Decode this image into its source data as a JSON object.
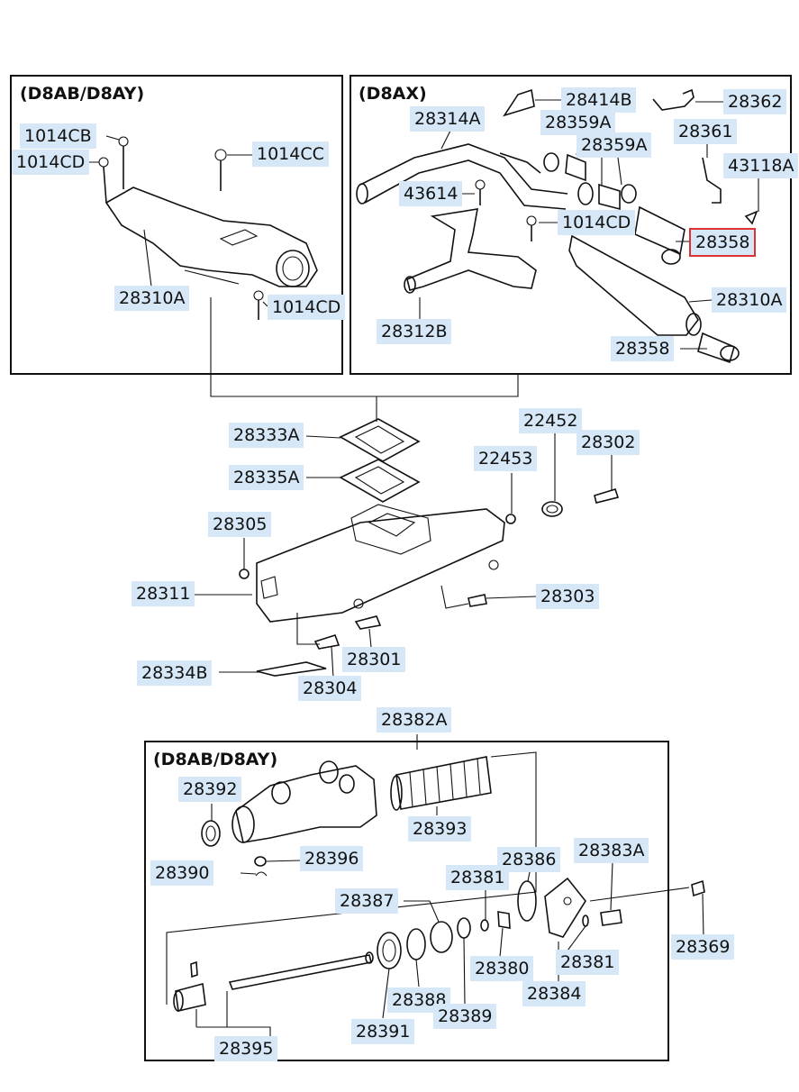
{
  "panels": {
    "top_left_title": "(D8AB/D8AY)",
    "top_right_title": "(D8AX)",
    "bottom_title": "(D8AB/D8AY)"
  },
  "callouts": {
    "p1014CB": "1014CB",
    "p1014CD_a": "1014CD",
    "p1014CC": "1014CC",
    "p28310A_a": "28310A",
    "p1014CD_b": "1014CD",
    "p28314A": "28314A",
    "p28414B": "28414B",
    "p28359A_a": "28359A",
    "p28359A_b": "28359A",
    "p28362": "28362",
    "p28361": "28361",
    "p43118A": "43118A",
    "p43614": "43614",
    "p1014CD_c": "1014CD",
    "p28358_a": "28358",
    "p28310A_b": "28310A",
    "p28312B": "28312B",
    "p28358_b": "28358",
    "p28333A": "28333A",
    "p28335A": "28335A",
    "p22452": "22452",
    "p28302": "28302",
    "p22453": "22453",
    "p28305": "28305",
    "p28311": "28311",
    "p28303": "28303",
    "p28301": "28301",
    "p28334B": "28334B",
    "p28304": "28304",
    "p28382A": "28382A",
    "p28392": "28392",
    "p28393": "28393",
    "p28396": "28396",
    "p28390": "28390",
    "p28386": "28386",
    "p28383A": "28383A",
    "p28381_a": "28381",
    "p28387": "28387",
    "p28369": "28369",
    "p28380": "28380",
    "p28381_b": "28381",
    "p28388": "28388",
    "p28384": "28384",
    "p28389": "28389",
    "p28391": "28391",
    "p28395": "28395"
  },
  "highlight_color": "#e03030",
  "label_bg_color": "#d6e8f7"
}
